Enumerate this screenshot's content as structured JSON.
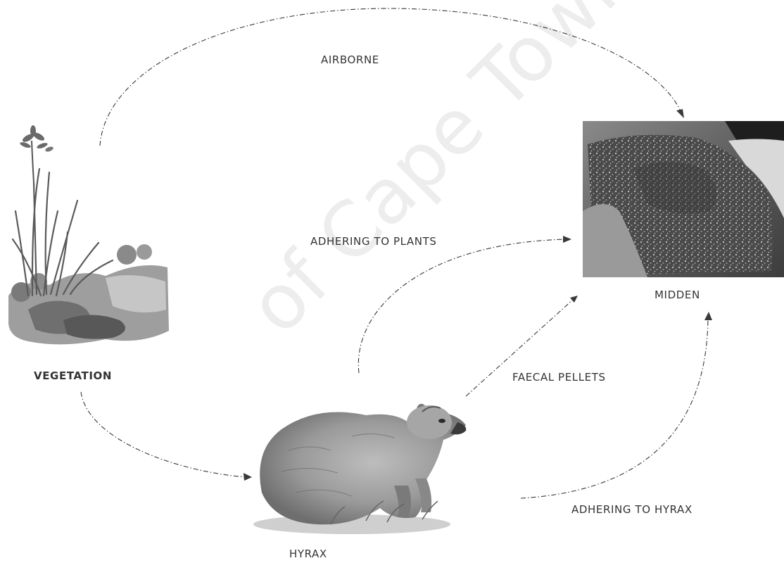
{
  "nodes": {
    "vegetation": "VEGETATION",
    "hyrax": "HYRAX",
    "midden": "MIDDEN"
  },
  "pathways": {
    "airborne": "AIRBORNE",
    "adhering_plants": "ADHERING TO PLANTS",
    "faecal_pellets": "FAECAL PELLETS",
    "adhering_hyrax": "ADHERING TO HYRAX"
  },
  "watermark": "of Cape Town"
}
